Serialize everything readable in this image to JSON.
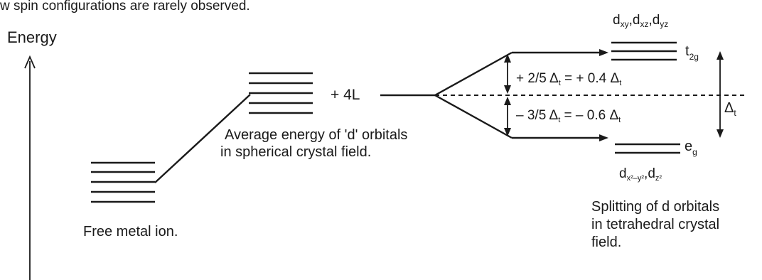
{
  "header": {
    "cut_text": "w spin configurations are rarely observed."
  },
  "axis": {
    "label": "Energy"
  },
  "free_ion": {
    "label": "Free metal ion."
  },
  "spherical": {
    "ligand_text": "+ 4L",
    "label_line1": "Average energy of 'd' orbitals",
    "label_line2": "in spherical crystal field."
  },
  "t2g": {
    "orbital_1": "d",
    "orbital_1_sub": "xy",
    "orbital_2": "d",
    "orbital_2_sub": "xz",
    "orbital_3": "d",
    "orbital_3_sub": "yz",
    "label": "t",
    "label_sub": "2g"
  },
  "eg": {
    "label": "e",
    "label_sub": "g",
    "orbital_1_main": "d",
    "orbital_1_sub": "x²–y²",
    "orbital_2_main": "d",
    "orbital_2_sub": "z²"
  },
  "energy_gaps": {
    "upper_prefix": "+ 2/5 Δ",
    "upper_sub": "t",
    "upper_mid": " = + 0.4 Δ",
    "upper_sub2": "t",
    "lower_prefix": "– 3/5 Δ",
    "lower_sub": "t",
    "lower_mid": " = – 0.6 Δ",
    "lower_sub2": "t",
    "total_label": "Δ",
    "total_sub": "t"
  },
  "tetrahedral": {
    "label_line1": "Splitting of d orbitals",
    "label_line2": "in tetrahedral crystal",
    "label_line3": "field."
  },
  "colors": {
    "ink": "#1a1a1a",
    "background": "#ffffff"
  }
}
